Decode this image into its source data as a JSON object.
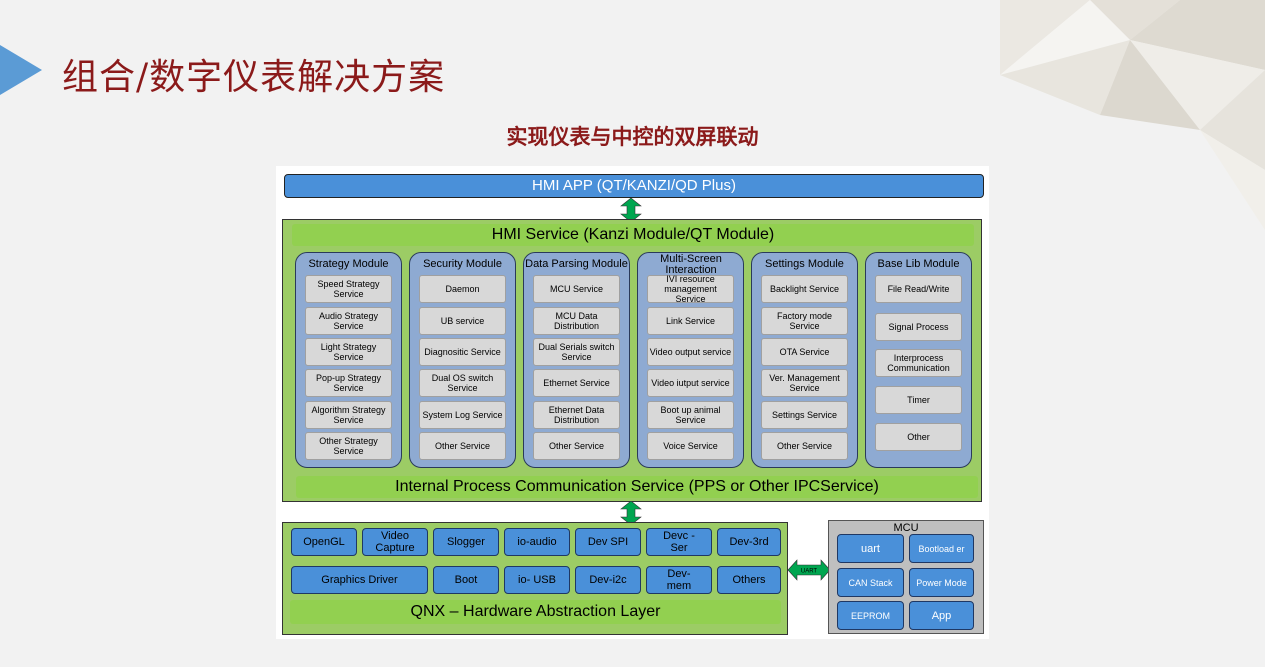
{
  "page": {
    "title": "组合/数字仪表解决方案",
    "subtitle": "实现仪表与中控的双屏联动"
  },
  "colors": {
    "title_red": "#8b1a1a",
    "blue": "#4a90d9",
    "green": "#92d050",
    "module_blue": "#8eaad2",
    "arrow_green": "#00a650"
  },
  "diagram": {
    "hmi_app": "HMI APP (QT/KANZI/QD Plus)",
    "hmi_service": "HMI Service (Kanzi Module/QT Module)",
    "ipc_service": "Internal Process Communication Service  (PPS or Other IPCService)",
    "modules": [
      {
        "title": "Strategy Module",
        "services": [
          "Speed Strategy Service",
          "Audio Strategy Service",
          "Light Strategy Service",
          "Pop-up Strategy Service",
          "Algorithm Strategy Service",
          "Other Strategy Service"
        ]
      },
      {
        "title": "Security Module",
        "services": [
          "Daemon",
          "UB service",
          "Diagnositic Service",
          "Dual OS switch Service",
          "System Log Service",
          "Other Service"
        ]
      },
      {
        "title": "Data Parsing Module",
        "services": [
          "MCU Service",
          "MCU Data Distribution",
          "Dual Serials switch Service",
          "Ethernet Service",
          "Ethernet Data Distribution",
          "Other Service"
        ]
      },
      {
        "title": "Multi-Screen Interaction Module",
        "services": [
          "IVI resource management Service",
          "Link Service",
          "Video output service",
          "Video iutput service",
          "Boot up animal Service",
          "Voice Service"
        ]
      },
      {
        "title": "Settings Module",
        "services": [
          "Backlight Service",
          "Factory mode Service",
          "OTA Service",
          "Ver. Management Service",
          "Settings Service",
          "Other Service"
        ]
      },
      {
        "title": "Base Lib Module",
        "services": [
          "File Read/Write",
          "Signal Process",
          "Interprocess Communication",
          "Timer",
          "Other"
        ]
      }
    ],
    "qnx": {
      "row1": [
        "OpenGL",
        "Video Capture",
        "Slogger",
        "io-audio",
        "Dev SPI",
        "Devc - Ser",
        "Dev-3rd"
      ],
      "row2": [
        "Graphics Driver",
        "Boot",
        "io- USB",
        "Dev-i2c",
        "Dev- mem",
        "Others"
      ],
      "layer": "QNX – Hardware Abstraction Layer"
    },
    "uart_label": "UART",
    "mcu": {
      "title": "MCU",
      "items": [
        "uart",
        "Bootload er",
        "CAN Stack",
        "Power Mode",
        "EEPROM",
        "App"
      ]
    }
  }
}
